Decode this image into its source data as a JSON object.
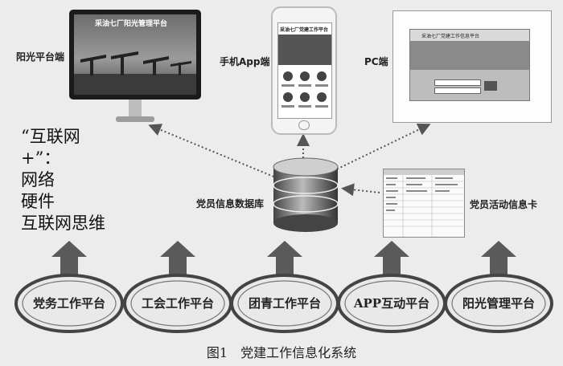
{
  "labels": {
    "sunshine": "阳光平台端",
    "mobile": "手机App端",
    "pc": "PC端",
    "db": "党员信息数据库",
    "card": "党员活动信息卡"
  },
  "monitor": {
    "screen_title": "采油七厂阳光管理平台"
  },
  "phone": {
    "screen_title": "采油七厂党建工作平台"
  },
  "pc_screen": {
    "header": "采油七厂党建工作信息平台"
  },
  "left_text": {
    "line1": "“互联网",
    "line2": "+”：",
    "line3": "网络",
    "line4": "硬件",
    "line5": "互联网思维"
  },
  "platforms": [
    "党务工作平台",
    "工会工作平台",
    "团青工作平台",
    "APP互动平台",
    "阳光管理平台"
  ],
  "caption": "图1　党建工作信息化系统",
  "colors": {
    "arrow": "#5a5a5a",
    "oval_stroke": "#444444",
    "oval_fill": "#e9e9e9"
  }
}
